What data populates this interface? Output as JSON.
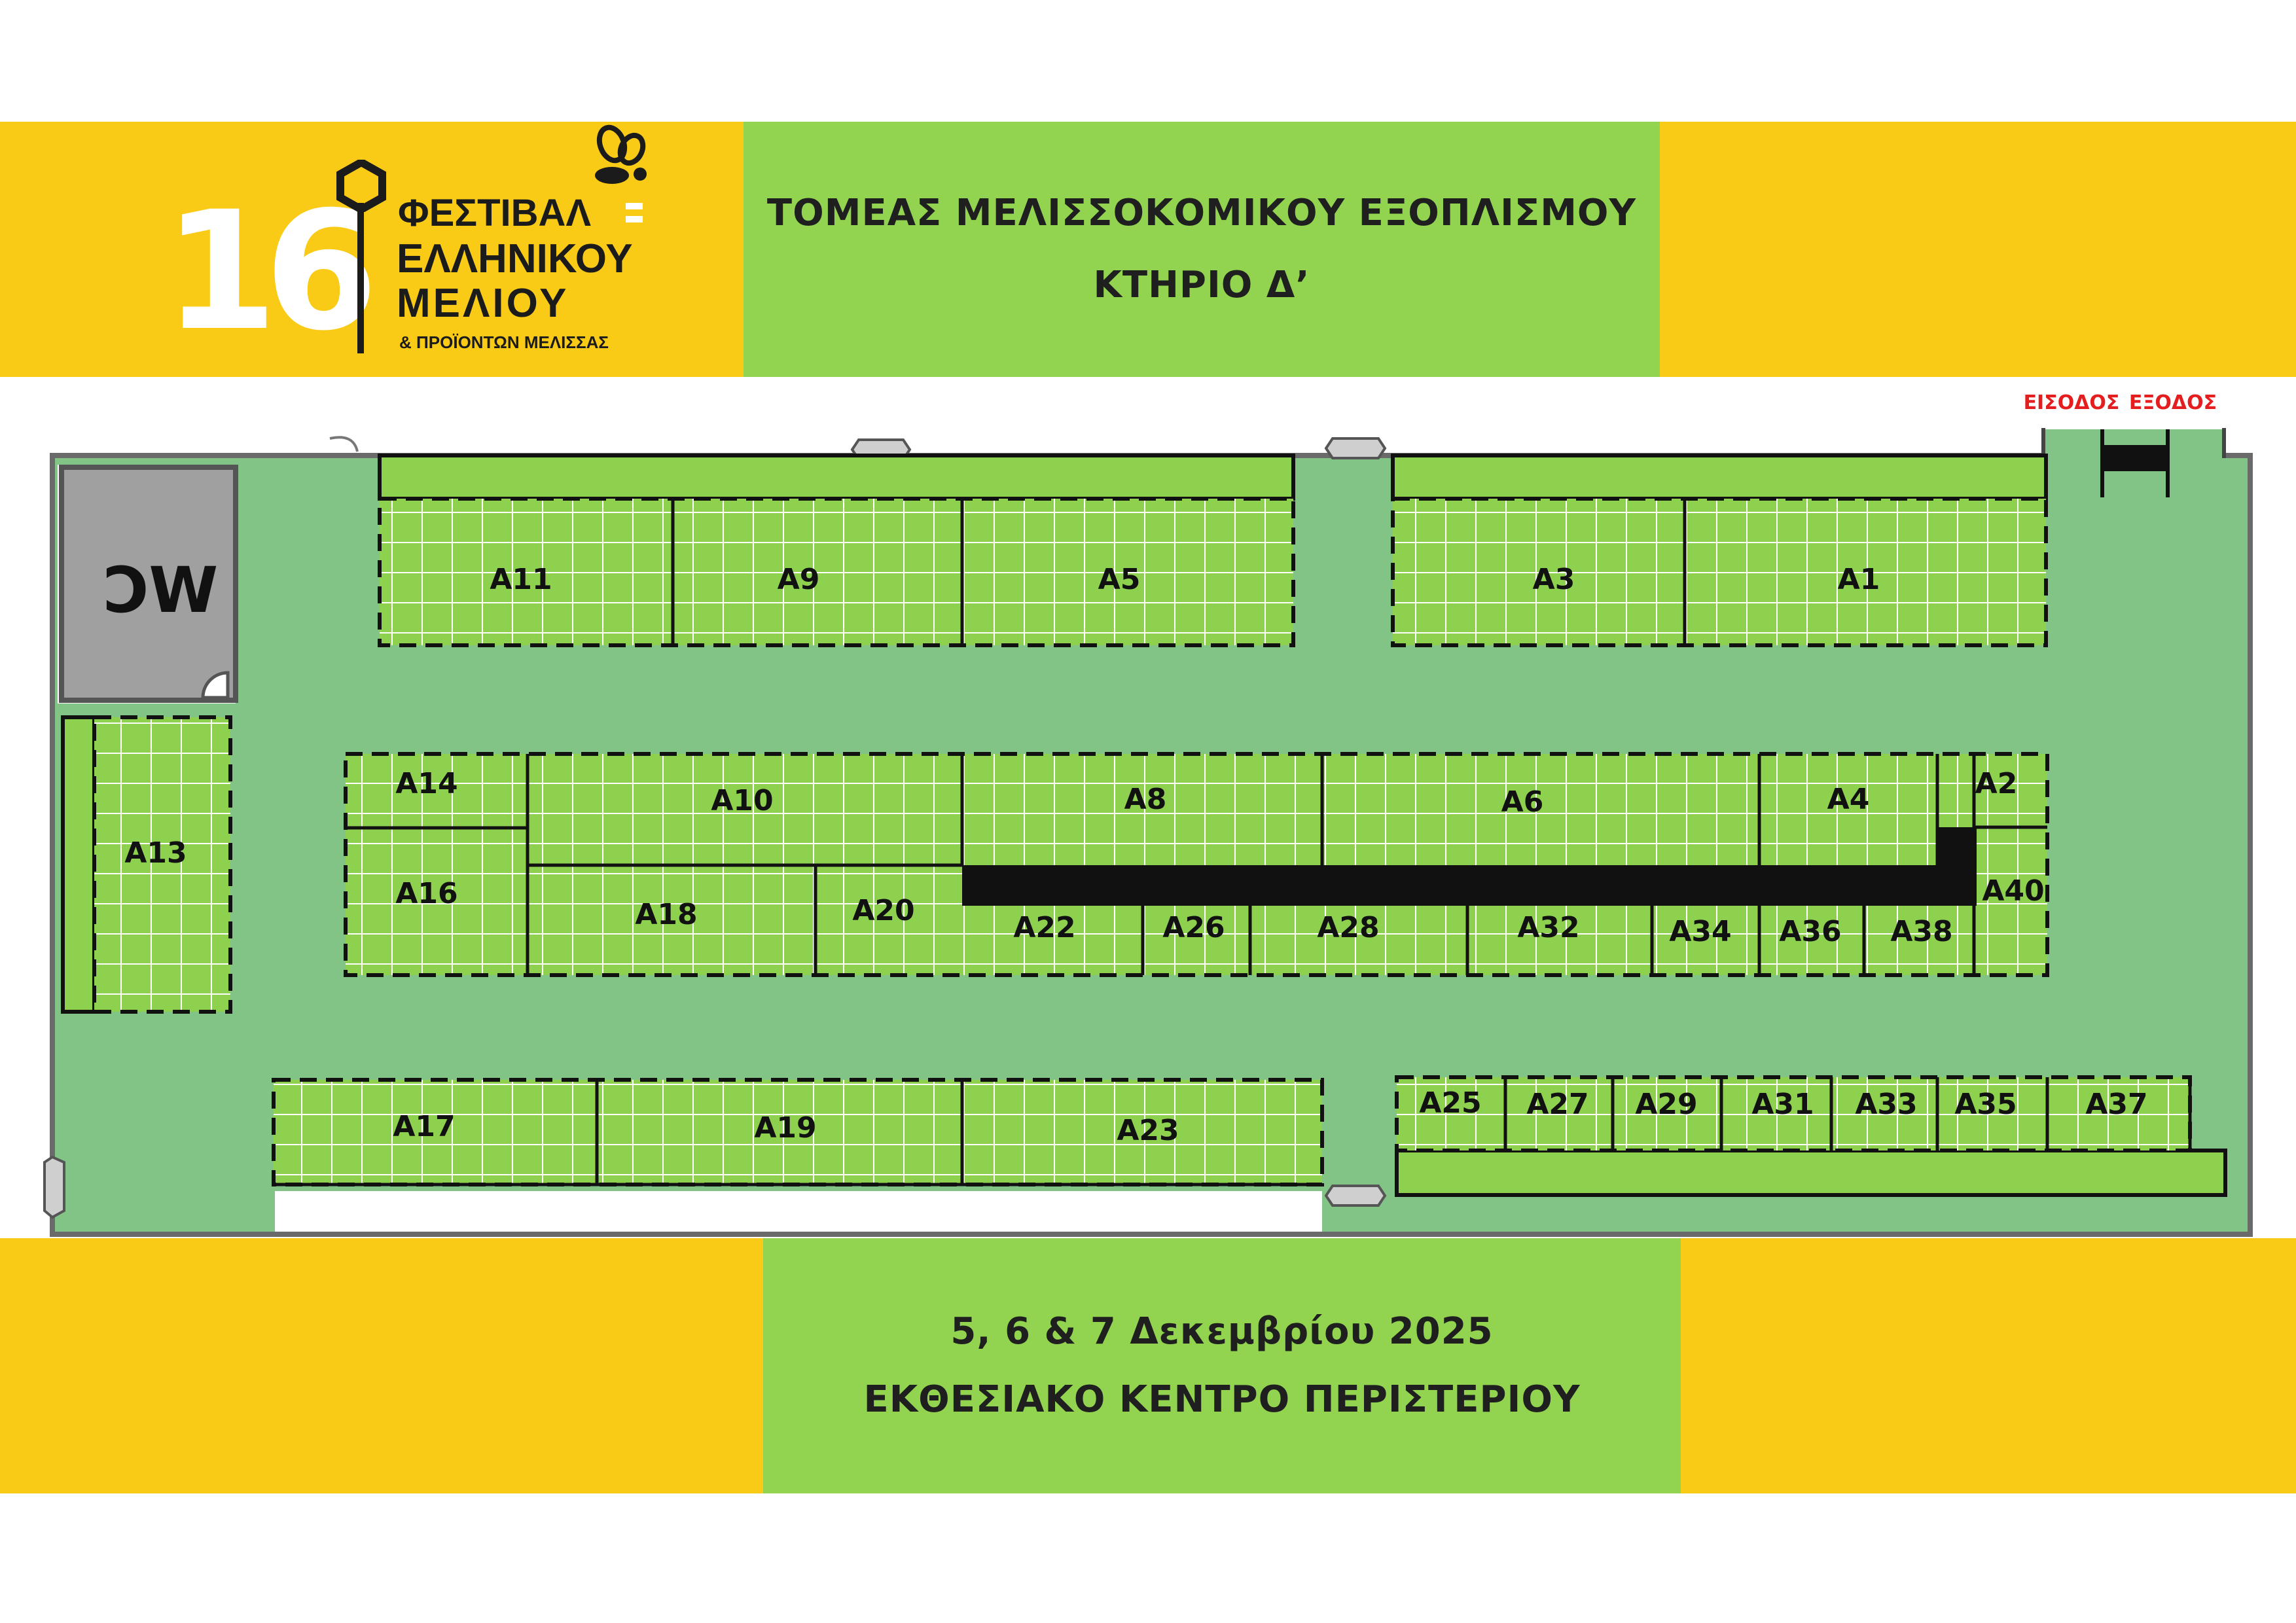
{
  "header": {
    "logo": {
      "number": "16",
      "line1": "ΦΕΣΤΙΒΑΛ",
      "line2": "ΕΛΛΗΝΙΚΟΥ",
      "line3": "ΜΕΛΙΟΥ",
      "line4": "& ΠΡΟΪΟΝΤΩΝ ΜΕΛΙΣΣΑΣ"
    },
    "title_line1": "ΤΟΜΕΑΣ ΜΕΛΙΣΣΟΚΟΜΙΚΟΥ ΕΞΟΠΛΙΣΜΟΥ",
    "title_line2": "ΚΤΗΡΙΟ Δ’"
  },
  "footer": {
    "dates": "5, 6 & 7 Δεκεμβρίου 2025",
    "venue": "ΕΚΘΕΣΙΑΚΟ ΚΕΝΤΡΟ ΠΕΡΙΣΤΕΡΙΟΥ"
  },
  "map": {
    "wc_label": "WC",
    "entrance_label": "ΕΙΣΟΔΟΣ",
    "exit_label": "ΕΞΟΔΟΣ",
    "booths": {
      "A1": "A1",
      "A2": "A2",
      "A3": "A3",
      "A4": "A4",
      "A5": "A5",
      "A6": "A6",
      "A8": "A8",
      "A9": "A9",
      "A10": "A10",
      "A11": "A11",
      "A13": "A13",
      "A14": "A14",
      "A16": "A16",
      "A17": "A17",
      "A18": "A18",
      "A19": "A19",
      "A20": "A20",
      "A22": "A22",
      "A23": "A23",
      "A25": "A25",
      "A26": "A26",
      "A27": "A27",
      "A28": "A28",
      "A29": "A29",
      "A31": "A31",
      "A32": "A32",
      "A33": "A33",
      "A34": "A34",
      "A35": "A35",
      "A36": "A36",
      "A37": "A37",
      "A38": "A38",
      "A40": "A40"
    }
  },
  "colors": {
    "brand_yellow": "#F9CB16",
    "band_green": "#92D450",
    "aisle_green": "#82C386",
    "booth_green": "#8ED14F",
    "wc_gray": "#A0A0A0",
    "entrance_red": "#E41E1E"
  }
}
